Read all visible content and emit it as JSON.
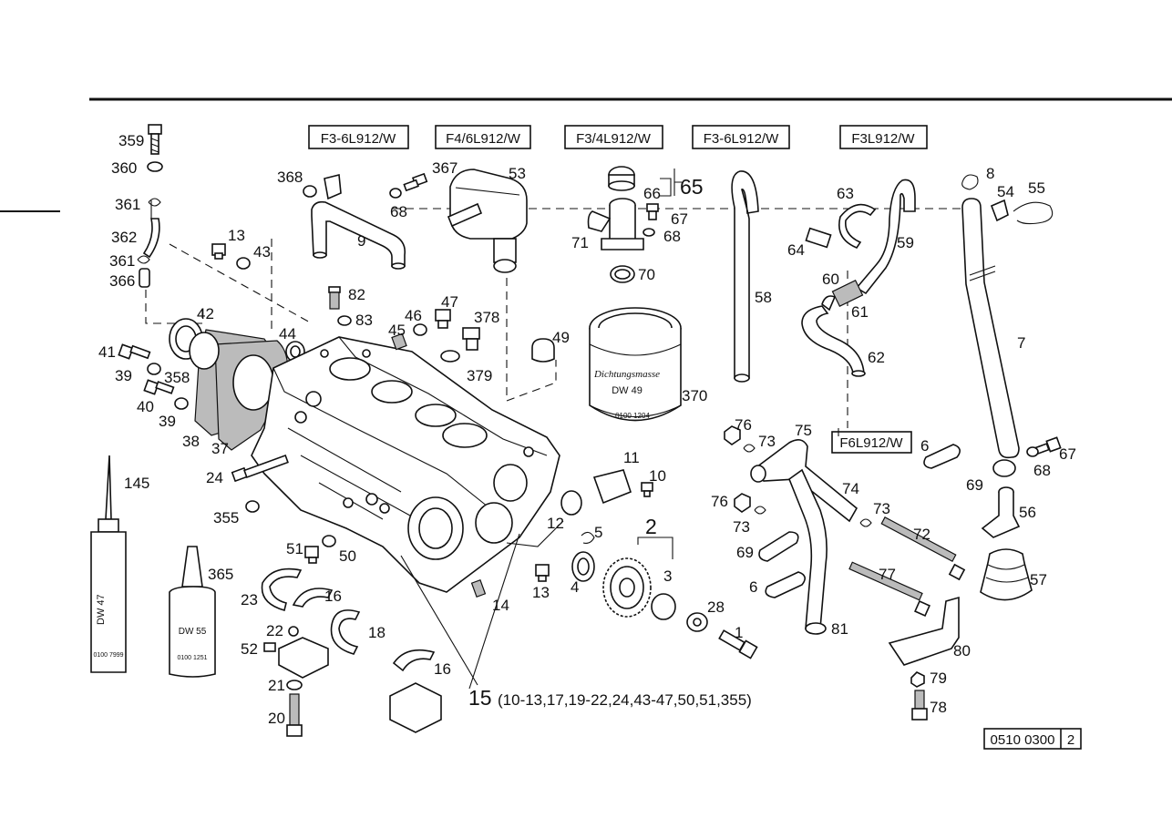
{
  "variant_boxes": [
    {
      "id": "box-f3-6l912w-left",
      "text": "F3-6L912/W"
    },
    {
      "id": "box-f4-6l912w",
      "text": "F4/6L912/W"
    },
    {
      "id": "box-f3-4l912w",
      "text": "F3/4L912/W"
    },
    {
      "id": "box-f3-6l912w-right",
      "text": "F3-6L912/W"
    },
    {
      "id": "box-f3l912w",
      "text": "F3L912/W"
    },
    {
      "id": "box-f6l912w",
      "text": "F6L912/W"
    }
  ],
  "callouts": {
    "c359": "359",
    "c360": "360",
    "c361a": "361",
    "c362": "362",
    "c361b": "361",
    "c366": "366",
    "c368": "368",
    "c367a": "367",
    "c53": "53",
    "c66": "66",
    "c65": "65",
    "c67a": "67",
    "c68a": "68",
    "c71": "71",
    "c70": "70",
    "c68b": "68",
    "c9": "9",
    "c63": "63",
    "c64": "64",
    "c59": "59",
    "c8": "8",
    "c54": "54",
    "c55": "55",
    "c13a": "13",
    "c43": "43",
    "c42": "42",
    "c82": "82",
    "c83": "83",
    "c46": "46",
    "c47": "47",
    "c45": "45",
    "c378": "378",
    "c379": "379",
    "c49": "49",
    "c370": "370",
    "c44": "44",
    "c41": "41",
    "c39a": "39",
    "c358": "358",
    "c40": "40",
    "c39b": "39",
    "c38": "38",
    "c37": "37",
    "c58": "58",
    "c60": "60",
    "c61": "61",
    "c62": "62",
    "c7": "7",
    "c76a": "76",
    "c73a": "73",
    "c75": "75",
    "c6a": "6",
    "c67b": "67",
    "c68c": "68",
    "c69a": "69",
    "c56": "56",
    "c74": "74",
    "c76b": "76",
    "c73b": "73",
    "c73c": "73",
    "c72": "72",
    "c69b": "69",
    "c6b": "6",
    "c77": "77",
    "c57": "57",
    "c81": "81",
    "c80": "80",
    "c79": "79",
    "c78": "78",
    "c145": "145",
    "c365": "365",
    "c24": "24",
    "c355": "355",
    "c11": "11",
    "c10": "10",
    "c12": "12",
    "c5": "5",
    "c2": "2",
    "c3": "3",
    "c4": "4",
    "c28": "28",
    "c1": "1",
    "c51": "51",
    "c50": "50",
    "c13b": "13",
    "c14": "14",
    "c23": "23",
    "c16a": "16",
    "c22": "22",
    "c18": "18",
    "c52": "52",
    "c21": "21",
    "c20": "20",
    "c16b": "16",
    "c15": "15"
  },
  "assembly_note": "(10-13,17,19-22,24,43-47,50,51,355)",
  "product_labels": {
    "sealant_tube": "DW 47",
    "sealant_tube_number": "0100 7999",
    "bottle": "DW 55",
    "bottle_number": "0100 1251",
    "can_script": "Dichtungsmasse",
    "can_label": "DW 49",
    "can_number": "0100 1204"
  },
  "reference": {
    "code": "0510 0300",
    "sheet": "2"
  }
}
